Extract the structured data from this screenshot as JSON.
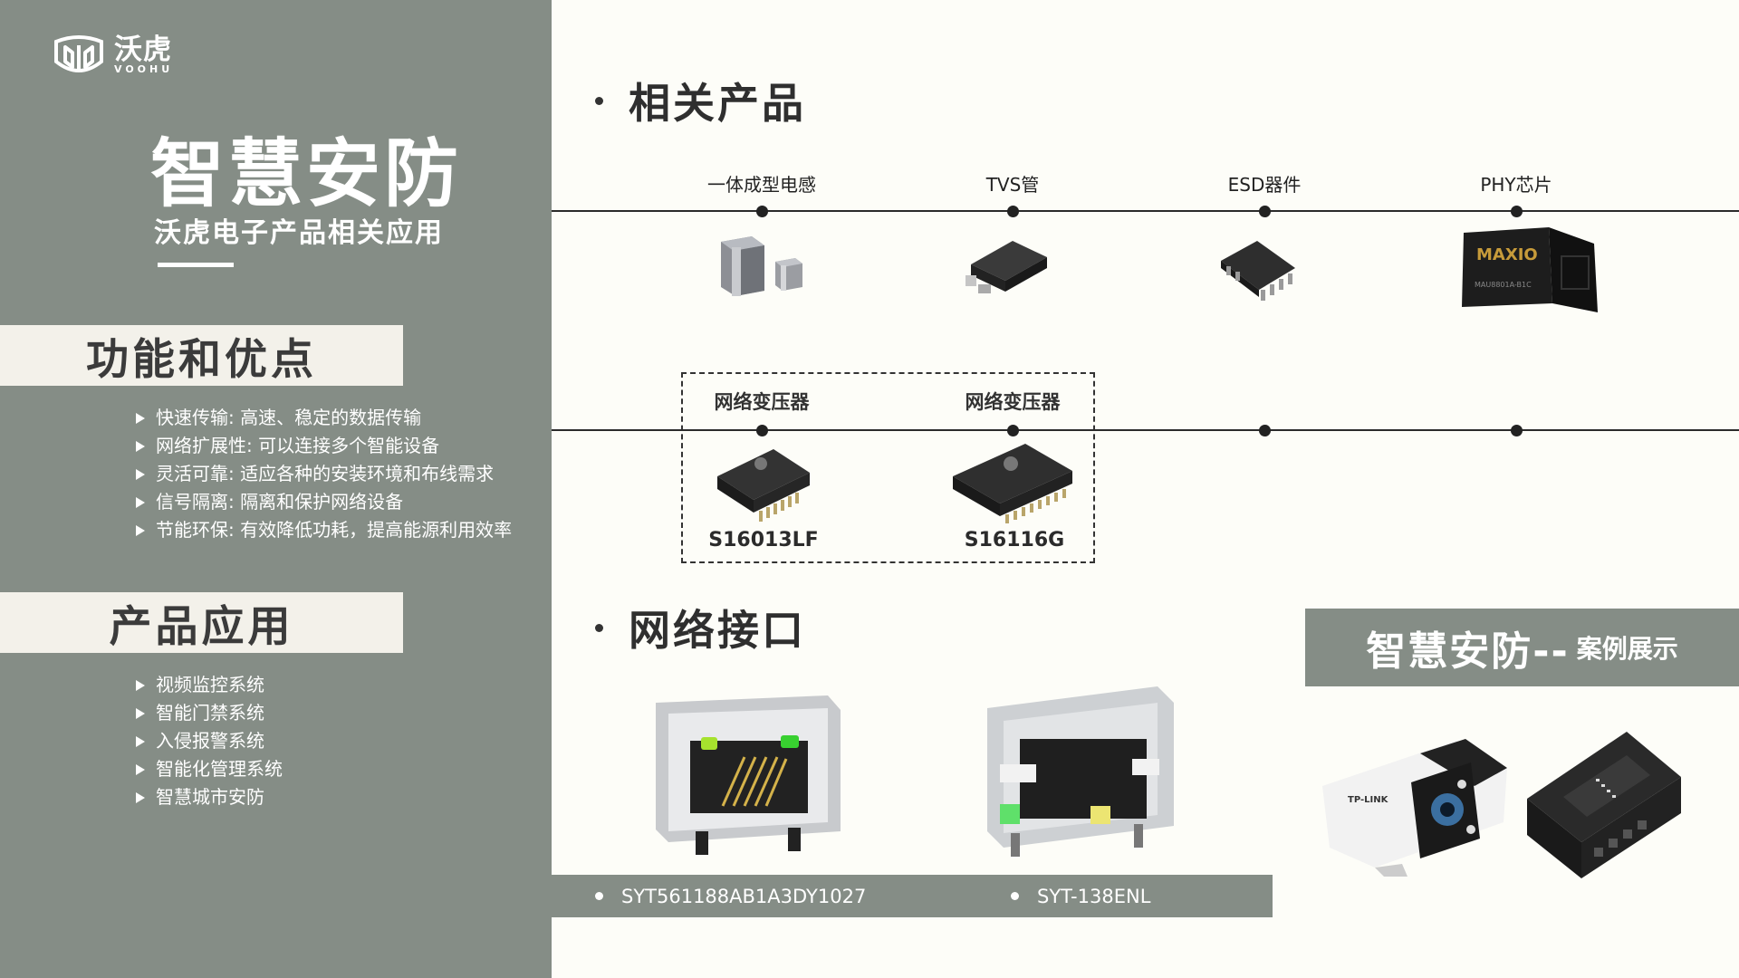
{
  "brand": {
    "name_cn": "沃虎",
    "name_en": "VOOHU"
  },
  "hero": {
    "title": "智慧安防",
    "subtitle": "沃虎电子产品相关应用"
  },
  "features": {
    "heading": "功能和优点",
    "items": [
      "快速传输: 高速、稳定的数据传输",
      "网络扩展性: 可以连接多个智能设备",
      "灵活可靠: 适应各种的安装环境和布线需求",
      "信号隔离: 隔离和保护网络设备",
      "节能环保: 有效降低功耗，提高能源利用效率"
    ]
  },
  "applications": {
    "heading": "产品应用",
    "items": [
      "视频监控系统",
      "智能门禁系统",
      "入侵报警系统",
      "智能化管理系统",
      "智慧城市安防"
    ]
  },
  "related": {
    "heading": "相关产品",
    "row1": [
      "一体成型电感",
      "TVS管",
      "ESD器件",
      "PHY芯片"
    ],
    "chip_marking": "MAXIO",
    "chip_part": "MAU8801A-B1C",
    "row2_label": "网络变压器",
    "row2_names": [
      "S16013LF",
      "S16116G"
    ]
  },
  "network": {
    "heading": "网络接口",
    "items": [
      "SYT561188AB1A3DY1027",
      "SYT-138ENL"
    ]
  },
  "case": {
    "title": "智慧安防--",
    "suffix": "案例展示",
    "camera_brand": "TP-LINK"
  },
  "colors": {
    "panel": "#858d86",
    "label_bg": "#f3f1ea",
    "page_bg": "#fdfdf8"
  }
}
